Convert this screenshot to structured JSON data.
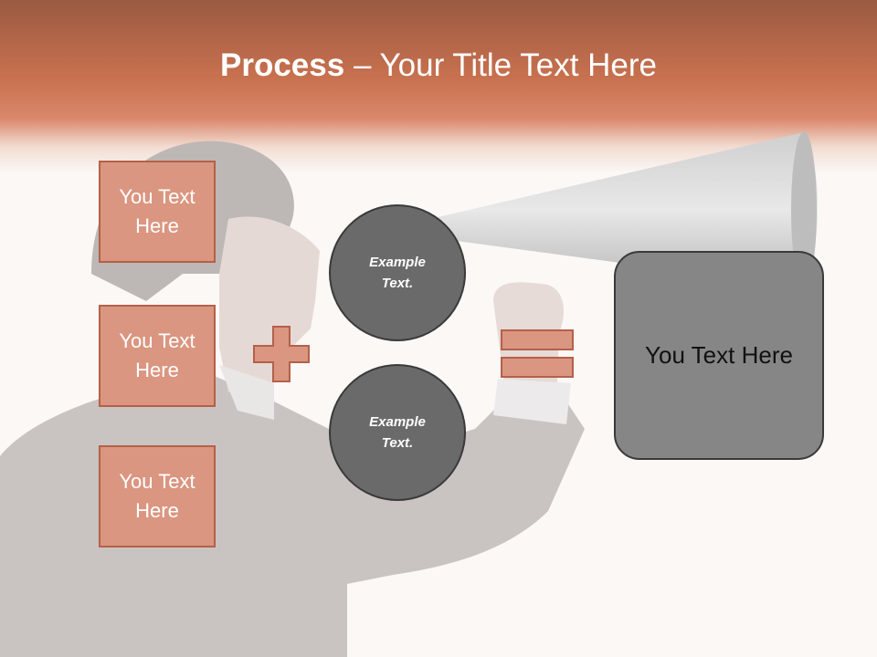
{
  "slide": {
    "title_bold": "Process",
    "title_rest": " – Your Title Text Here"
  },
  "left_boxes": [
    {
      "label": "You Text Here"
    },
    {
      "label": "You Text Here"
    },
    {
      "label": "You Text Here"
    }
  ],
  "circles": [
    {
      "label": "Example Text."
    },
    {
      "label": "Example Text."
    }
  ],
  "operators": {
    "plus": "plus-icon",
    "equals": "equals-icon"
  },
  "result_box": {
    "label": "You Text Here"
  },
  "colors": {
    "header": "#c8714f",
    "box_fill": "#da9680",
    "box_border": "#b5604a",
    "circle_fill": "#6a6a6a",
    "result_fill": "#868686"
  }
}
